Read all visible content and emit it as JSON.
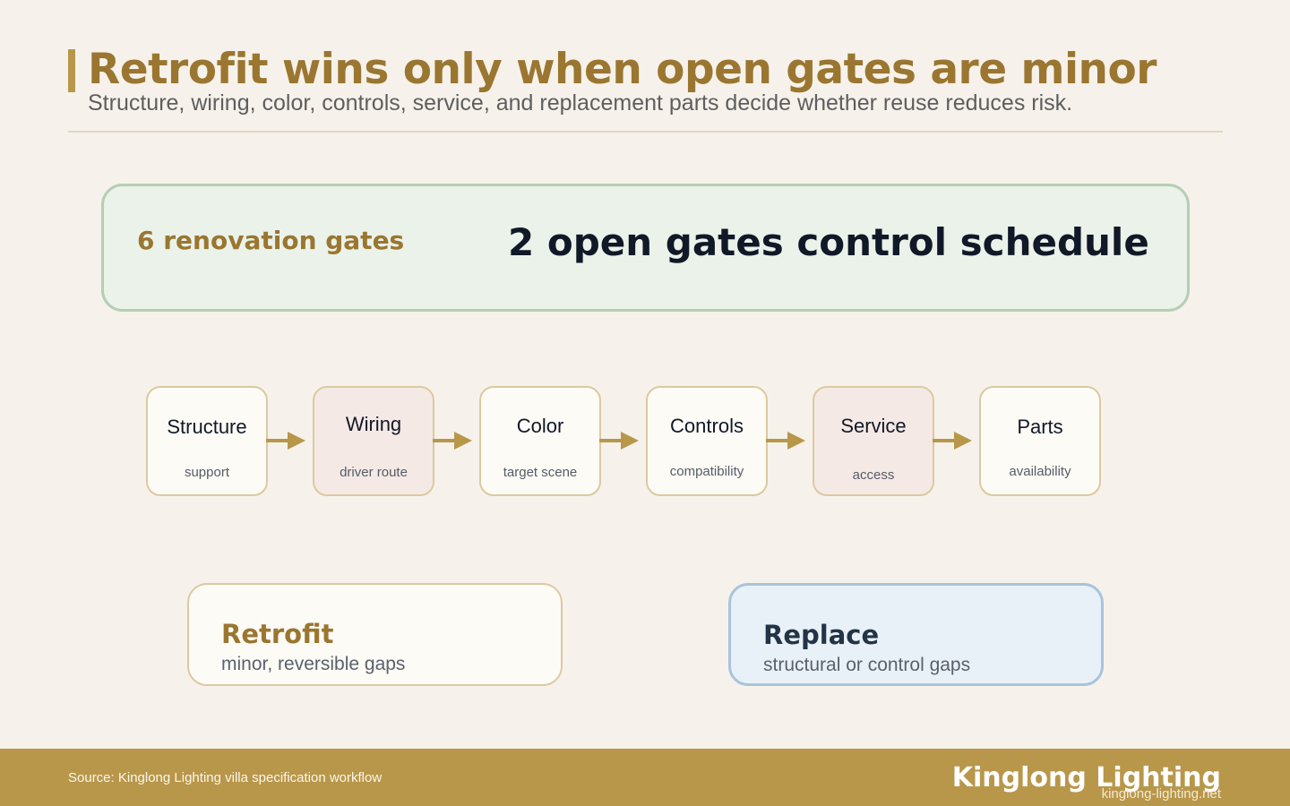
{
  "header": {
    "title": "Retrofit wins only when open gates are minor",
    "subtitle": "Structure, wiring, color, controls, service, and replacement parts decide whether reuse reduces risk."
  },
  "summary": {
    "label": "6 renovation gates",
    "headline": "2 open gates control schedule"
  },
  "gates": [
    {
      "name": "Structure",
      "detail": "support"
    },
    {
      "name": "Wiring",
      "detail": "driver route"
    },
    {
      "name": "Color",
      "detail": "target scene"
    },
    {
      "name": "Controls",
      "detail": "compatibility"
    },
    {
      "name": "Service",
      "detail": "access"
    },
    {
      "name": "Parts",
      "detail": "availability"
    }
  ],
  "outcomes": {
    "retrofit": {
      "title": "Retrofit",
      "subtitle": "minor, reversible gaps"
    },
    "replace": {
      "title": "Replace",
      "subtitle": "structural or control gaps"
    }
  },
  "footer": {
    "source": "Source: Kinglong Lighting villa specification workflow",
    "brand": "Kinglong Lighting",
    "url": "kinglong-lighting.net"
  },
  "colors": {
    "accent": "#b8974a",
    "title": "#9a7630",
    "summary_fill": "#eaf2ea",
    "gate_open_fill": "#f5e9e5",
    "replace_fill": "#e9f1f8"
  }
}
